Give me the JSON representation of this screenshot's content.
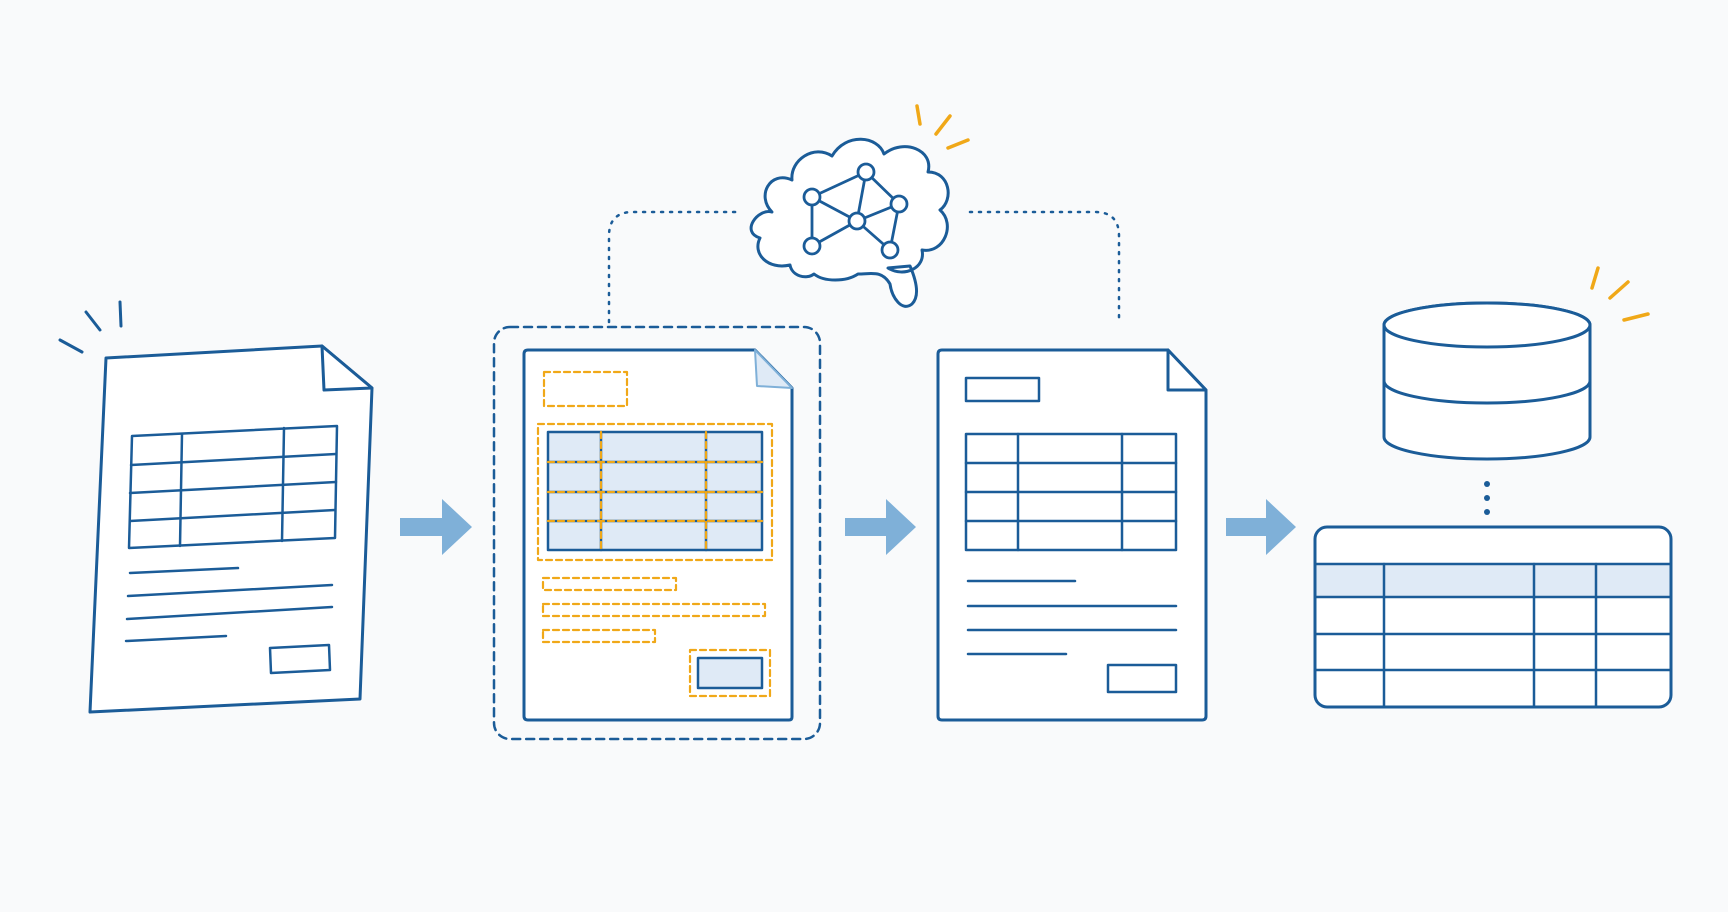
{
  "colors": {
    "background": "#f9fafb",
    "stroke": "#1b5c98",
    "highlight": "#f0a818",
    "arrow": "#7fb0d8",
    "cell_fill": "#dfeaf6",
    "page_fill": "#ffffff"
  },
  "icons": {
    "scanned_document": "scanned-document-icon",
    "ai_brain": "brain-network-icon",
    "annotated_document": "annotated-document-icon",
    "clean_document": "structured-document-icon",
    "database": "database-icon",
    "data_table": "data-table-icon",
    "arrow": "arrow-right-icon"
  },
  "pipeline": {
    "stages": [
      {
        "id": "scan",
        "icon": "scanned-document-icon"
      },
      {
        "id": "detect",
        "icon": "annotated-document-icon"
      },
      {
        "id": "extract",
        "icon": "structured-document-icon"
      },
      {
        "id": "store",
        "icon": "database-icon"
      }
    ]
  }
}
